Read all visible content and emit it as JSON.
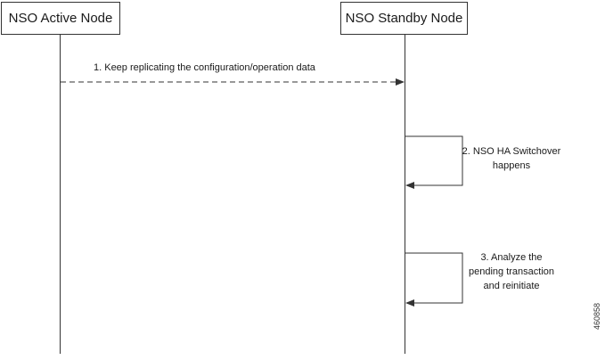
{
  "participants": {
    "active": "NSO Active Node",
    "standby": "NSO Standby Node"
  },
  "messages": {
    "m1": "1. Keep replicating the configuration/operation data",
    "m2": [
      "2. NSO HA Switchover",
      "happens"
    ],
    "m3": [
      "3. Analyze the",
      "pending transaction",
      "and reinitiate"
    ]
  },
  "figure_id": "460858",
  "colors": {
    "line": "#333333",
    "text": "#1a1a1a"
  }
}
